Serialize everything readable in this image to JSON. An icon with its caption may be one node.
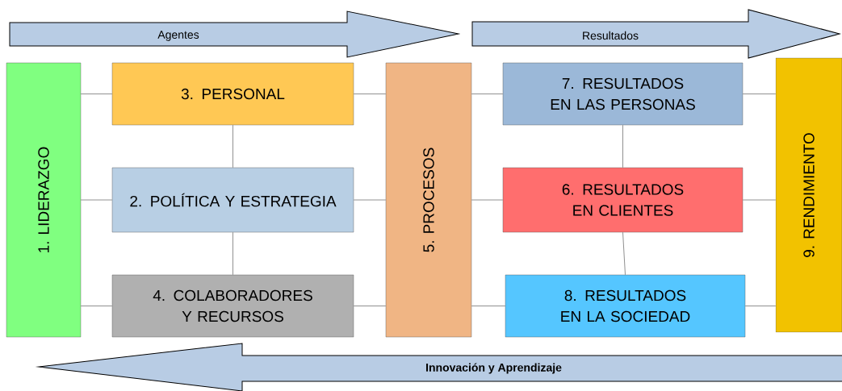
{
  "diagram": {
    "nodes": [
      {
        "text": [
          "Agentes"
        ]
      },
      {
        "text": [
          "Resultados"
        ]
      },
      {
        "text": [
          "1. LIDERAZGO"
        ]
      },
      {
        "text": [
          "3.  PERSONAL"
        ]
      },
      {
        "text": [
          "2. POLÍTICA Y ESTRATEGIA"
        ]
      },
      {
        "text": [
          "4. COLABORADORES Y RECURSOS"
        ]
      },
      {
        "text": [
          "5. PROCESOS"
        ]
      },
      {
        "text": [
          "7. RESULTADOS EN LAS  PERSONAS"
        ]
      },
      {
        "text": [
          "6. RESULTADOS EN CLIENTES"
        ]
      },
      {
        "text": [
          "8. RESULTADOS EN LA SOCIEDAD"
        ]
      },
      {
        "text": [
          "9. RENDIMIENTO"
        ]
      },
      {
        "text": [
          "Innovación y Aprendizaje"
        ]
      }
    ],
    "edges": [
      {
        "from": 2,
        "to": 3,
        "arrow": "none"
      },
      {
        "from": 2,
        "to": 4,
        "arrow": "none"
      },
      {
        "from": 2,
        "to": 5,
        "arrow": "none"
      },
      {
        "from": 3,
        "to": 4,
        "arrow": "none"
      },
      {
        "from": 4,
        "to": 5,
        "arrow": "none"
      },
      {
        "from": 3,
        "to": 6,
        "arrow": "none"
      },
      {
        "from": 4,
        "to": 6,
        "arrow": "none"
      },
      {
        "from": 5,
        "to": 6,
        "arrow": "none"
      },
      {
        "from": 6,
        "to": 7,
        "arrow": "none"
      },
      {
        "from": 6,
        "to": 8,
        "arrow": "none"
      },
      {
        "from": 6,
        "to": 9,
        "arrow": "none"
      },
      {
        "from": 7,
        "to": 8,
        "arrow": "none"
      },
      {
        "from": 8,
        "to": 9,
        "arrow": "none"
      },
      {
        "from": 7,
        "to": 10,
        "arrow": "none"
      },
      {
        "from": 8,
        "to": 10,
        "arrow": "none"
      },
      {
        "from": 9,
        "to": 10,
        "arrow": "none"
      }
    ]
  }
}
